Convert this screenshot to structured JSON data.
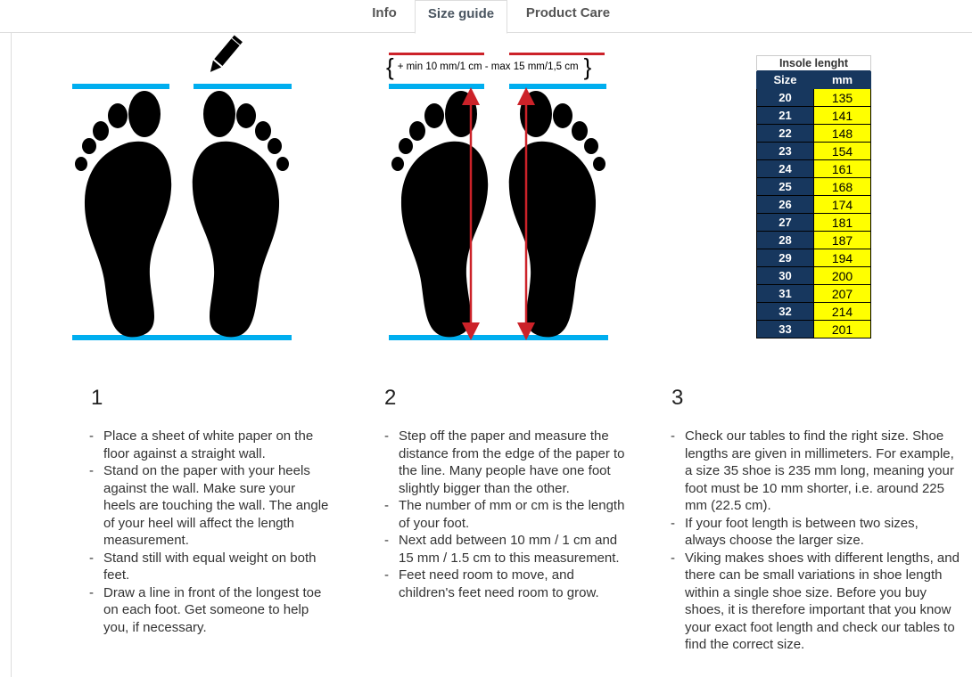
{
  "tabs": [
    {
      "label": "Info"
    },
    {
      "label": "Size guide",
      "active": true
    },
    {
      "label": "Product Care"
    }
  ],
  "figure2": {
    "note": "+ min 10 mm/1 cm - max 15 mm/1,5 cm"
  },
  "table": {
    "title": "Insole lenght",
    "headers": [
      "Size",
      "mm"
    ],
    "rows": [
      [
        "20",
        "135"
      ],
      [
        "21",
        "141"
      ],
      [
        "22",
        "148"
      ],
      [
        "23",
        "154"
      ],
      [
        "24",
        "161"
      ],
      [
        "25",
        "168"
      ],
      [
        "26",
        "174"
      ],
      [
        "27",
        "181"
      ],
      [
        "28",
        "187"
      ],
      [
        "29",
        "194"
      ],
      [
        "30",
        "200"
      ],
      [
        "31",
        "207"
      ],
      [
        "32",
        "214"
      ],
      [
        "33",
        "201"
      ]
    ]
  },
  "steps": [
    {
      "number": "1",
      "items": [
        "Place a sheet of white paper on the floor against a straight wall.",
        "Stand on the paper with your heels against the wall. Make sure your heels are touching the wall. The angle of your heel will affect the length measurement.",
        "Stand still with equal weight on both feet.",
        "Draw a line in front of the longest toe on each foot. Get someone to help you, if necessary."
      ]
    },
    {
      "number": "2",
      "items": [
        "Step off the paper and measure the distance from the edge of the paper to the line. Many people have one foot slightly bigger than the other.",
        "The number of mm or cm is the length of your foot.",
        "Next add between 10 mm / 1 cm and 15 mm / 1.5 cm to this measurement.",
        "Feet need room to move, and children's feet need room to grow."
      ]
    },
    {
      "number": "3",
      "items": [
        "Check our tables to find the right size. Shoe lengths are given in millimeters. For example, a size 35 shoe is 235 mm long, meaning your foot must be 10 mm shorter, i.e. around 225 mm (22.5 cm).",
        "If your foot length is between two sizes, always choose the larger size.",
        "Viking makes shoes with different lengths, and there can be small variations in shoe length within a single shoe size. Before you buy shoes, it is therefore important that you know your exact foot length and check our tables to find the correct size."
      ]
    }
  ],
  "colors": {
    "blue_line": "#00aeef",
    "red_line": "#cc2229",
    "table_header": "#17375e",
    "table_cell": "#ffff00"
  }
}
